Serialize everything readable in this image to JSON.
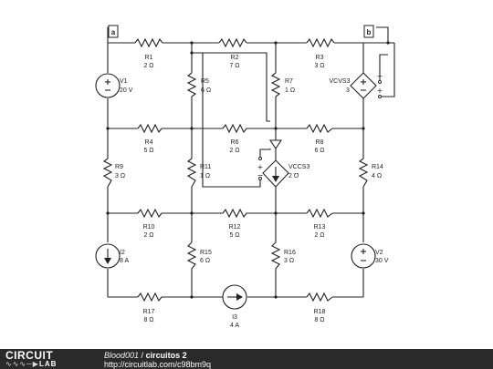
{
  "components": {
    "R1": {
      "name": "R1",
      "value": "2 Ω"
    },
    "R2": {
      "name": "R2",
      "value": "7 Ω"
    },
    "R3": {
      "name": "R3",
      "value": "3 Ω"
    },
    "R4": {
      "name": "R4",
      "value": "5 Ω"
    },
    "R5": {
      "name": "R5",
      "value": "6 Ω"
    },
    "R6": {
      "name": "R6",
      "value": "2 Ω"
    },
    "R7": {
      "name": "R7",
      "value": "1 Ω"
    },
    "R8": {
      "name": "R8",
      "value": "6 Ω"
    },
    "R9": {
      "name": "R9",
      "value": "3 Ω"
    },
    "R10": {
      "name": "R10",
      "value": "2 Ω"
    },
    "R11": {
      "name": "R11",
      "value": "1 Ω"
    },
    "R12": {
      "name": "R12",
      "value": "5 Ω"
    },
    "R13": {
      "name": "R13",
      "value": "2 Ω"
    },
    "R14": {
      "name": "R14",
      "value": "4 Ω"
    },
    "R15": {
      "name": "R15",
      "value": "6 Ω"
    },
    "R16": {
      "name": "R16",
      "value": "3 Ω"
    },
    "R17": {
      "name": "R17",
      "value": "8 Ω"
    },
    "R18": {
      "name": "R18",
      "value": "8 Ω"
    },
    "V1": {
      "name": "V1",
      "value": "20 V"
    },
    "V2": {
      "name": "V2",
      "value": "30 V"
    },
    "I2": {
      "name": "I2",
      "value": "8 A"
    },
    "I3": {
      "name": "I3",
      "value": "4 A"
    },
    "VCVS3": {
      "name": "VCVS3",
      "value": "3"
    },
    "VCCS3": {
      "name": "VCCS3",
      "value": "2 ℧"
    }
  },
  "nodes": {
    "a": "a",
    "b": "b"
  },
  "signs": {
    "plus": "+",
    "minus": "−"
  },
  "footer": {
    "logo_top": "CIRCUIT",
    "logo_bottom": "LAB",
    "author": "Blood001",
    "separator": " / ",
    "title": "circuitos 2",
    "url": "http://circuitlab.com/c98bm9q"
  }
}
